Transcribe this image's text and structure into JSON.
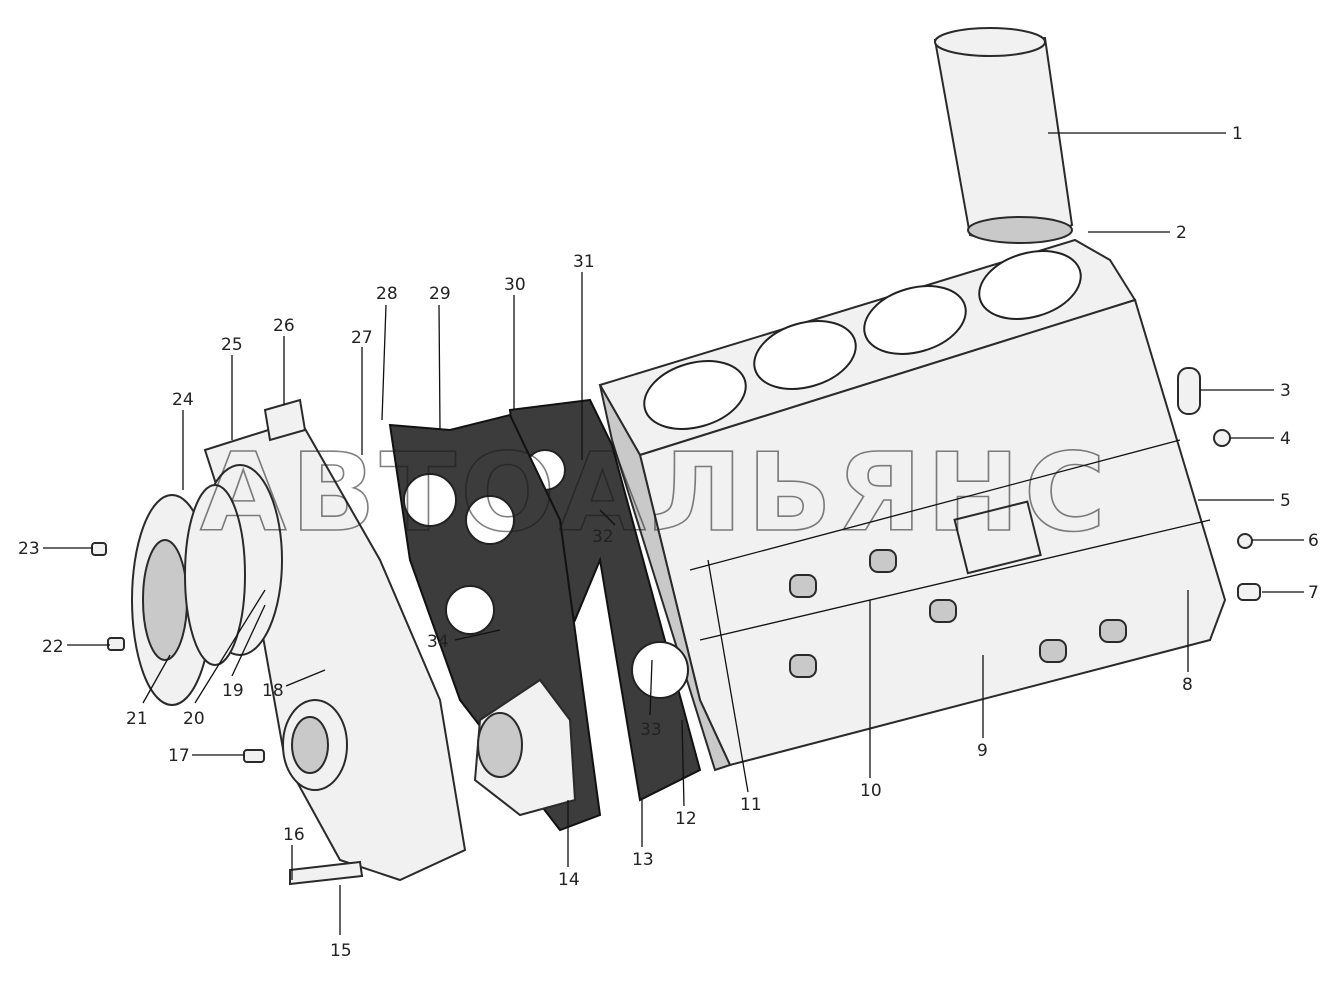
{
  "watermark": "АВТОАЛЬЯНС",
  "callouts": [
    "1",
    "2",
    "3",
    "4",
    "5",
    "6",
    "7",
    "8",
    "9",
    "10",
    "11",
    "12",
    "13",
    "14",
    "15",
    "16",
    "17",
    "18",
    "19",
    "20",
    "21",
    "22",
    "23",
    "24",
    "25",
    "26",
    "27",
    "28",
    "29",
    "30",
    "31",
    "32",
    "33",
    "34"
  ]
}
